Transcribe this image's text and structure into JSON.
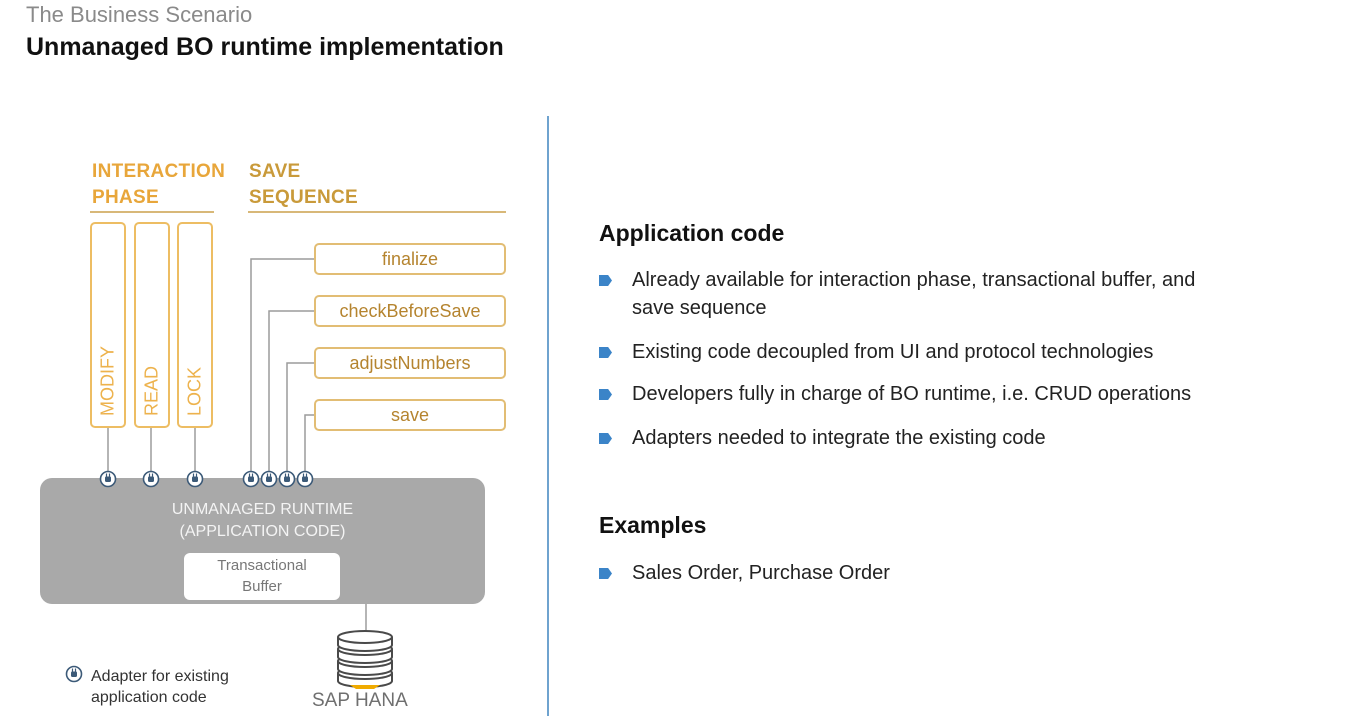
{
  "header": {
    "supertitle": "The Business Scenario",
    "title": "Unmanaged BO runtime implementation"
  },
  "diagram": {
    "interaction_phase": {
      "line1": "INTERACTION",
      "line2": "PHASE"
    },
    "save_sequence": {
      "line1": "SAVE",
      "line2": "SEQUENCE"
    },
    "interaction_ops": [
      "MODIFY",
      "READ",
      "LOCK"
    ],
    "save_steps": [
      "finalize",
      "checkBeforeSave",
      "adjustNumbers",
      "save"
    ],
    "runtime": {
      "line1": "UNMANAGED RUNTIME",
      "line2": "(APPLICATION CODE)"
    },
    "buffer": {
      "line1": "Transactional",
      "line2": "Buffer"
    },
    "database": "SAP HANA",
    "legend": {
      "line1": "Adapter for existing",
      "line2": "application code"
    },
    "colors": {
      "interaction": "#edbd63",
      "save": "#e2bd74",
      "runtime": "#a9a9a9",
      "bullet": "#3b84c8",
      "divider": "#6fa3cf"
    }
  },
  "application_code": {
    "heading": "Application code",
    "bullets": [
      {
        "line1": "Already available for interaction phase, transactional buffer, and",
        "line2": "save sequence"
      },
      {
        "line1": "Existing code decoupled from UI and protocol technologies"
      },
      {
        "line1": "Developers fully in charge of BO runtime, i.e. CRUD operations"
      },
      {
        "line1": "Adapters needed to integrate the existing code"
      }
    ]
  },
  "examples": {
    "heading": "Examples",
    "bullets": [
      {
        "line1": "Sales Order, Purchase Order"
      }
    ]
  }
}
